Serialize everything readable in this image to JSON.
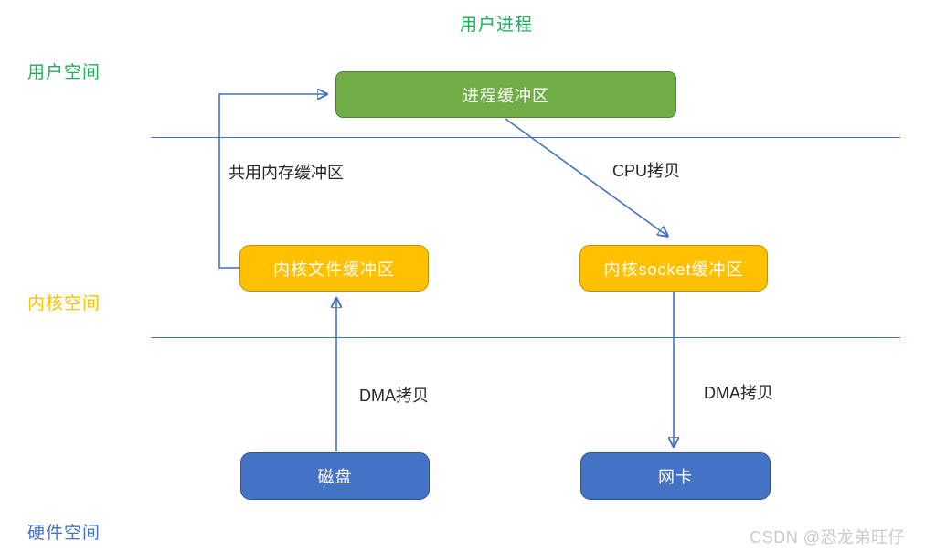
{
  "title": "用户进程",
  "regions": {
    "user_space": {
      "label": "用户空间",
      "color": "#1FAD5C"
    },
    "kernel_space": {
      "label": "内核空间",
      "color": "#FFC000"
    },
    "hardware_space": {
      "label": "硬件空间",
      "color": "#4472C4"
    }
  },
  "nodes": {
    "process_buffer": {
      "label": "进程缓冲区",
      "fill": "#70AD47",
      "border": "#548235"
    },
    "kernel_file_buffer": {
      "label": "内核文件缓冲区",
      "fill": "#FFC000",
      "border": "#BF9000"
    },
    "kernel_socket_buffer": {
      "label": "内核socket缓冲区",
      "fill": "#FFC000",
      "border": "#BF9000"
    },
    "disk": {
      "label": "磁盘",
      "fill": "#4472C4",
      "border": "#2F5597"
    },
    "nic": {
      "label": "网卡",
      "fill": "#4472C4",
      "border": "#2F5597"
    }
  },
  "edges": {
    "shared_memory": {
      "label": "共用内存缓冲区",
      "from": "kernel_file_buffer",
      "to": "process_buffer"
    },
    "cpu_copy": {
      "label": "CPU拷贝",
      "from": "process_buffer",
      "to": "kernel_socket_buffer"
    },
    "dma_copy_left": {
      "label": "DMA拷贝",
      "from": "disk",
      "to": "kernel_file_buffer"
    },
    "dma_copy_right": {
      "label": "DMA拷贝",
      "from": "kernel_socket_buffer",
      "to": "nic"
    }
  },
  "connector_color": "#4472C4",
  "edge_label_color": "#262626",
  "title_color": "#1FAD5C",
  "watermark": "CSDN @恐龙弟旺仔",
  "watermark_color": "#C9C9C9"
}
